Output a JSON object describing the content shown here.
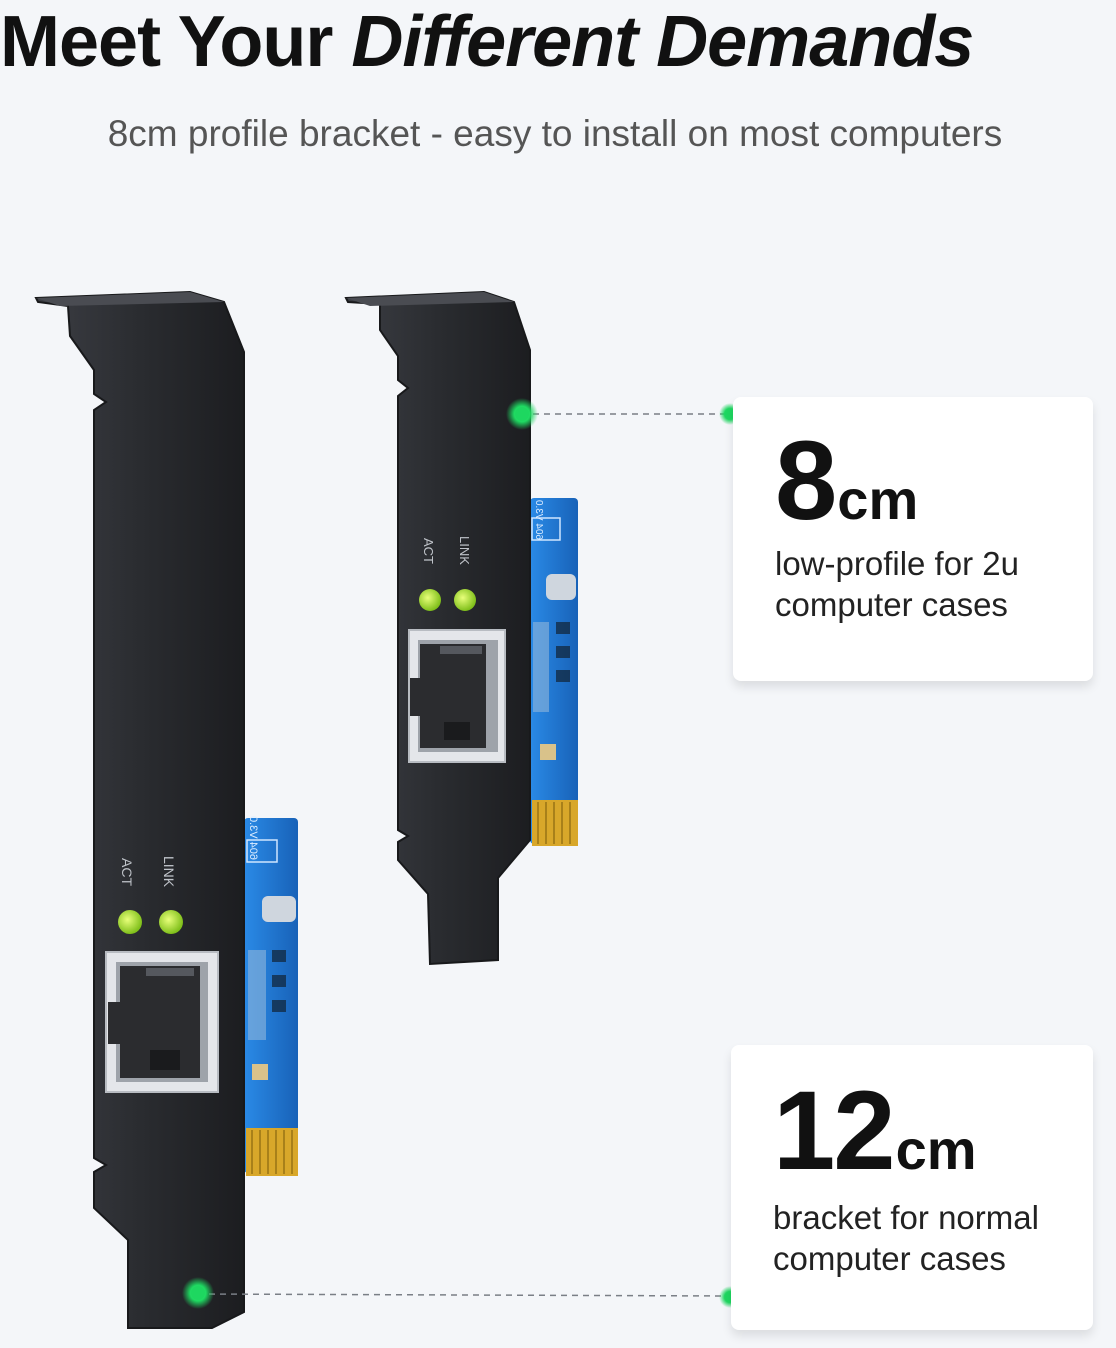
{
  "headline": {
    "regular": "Meet Your",
    "italic": "Different Demands"
  },
  "subtitle": "8cm profile bracket - easy to install on most computers",
  "cards": {
    "low_profile": {
      "number": "8",
      "unit": "cm",
      "description": "low-profile for 2u computer cases"
    },
    "normal": {
      "number": "12",
      "unit": "cm",
      "description": "bracket for normal computer cases"
    }
  },
  "bracket_labels": {
    "act": "ACT",
    "link": "LINK",
    "board_code": "604 V3.0"
  },
  "colors": {
    "bracket": "#2b2d31",
    "pcb": "#1f7fd6",
    "gold": "#d8a72a",
    "marker": "#1ed760",
    "led": "#b6e23a"
  }
}
